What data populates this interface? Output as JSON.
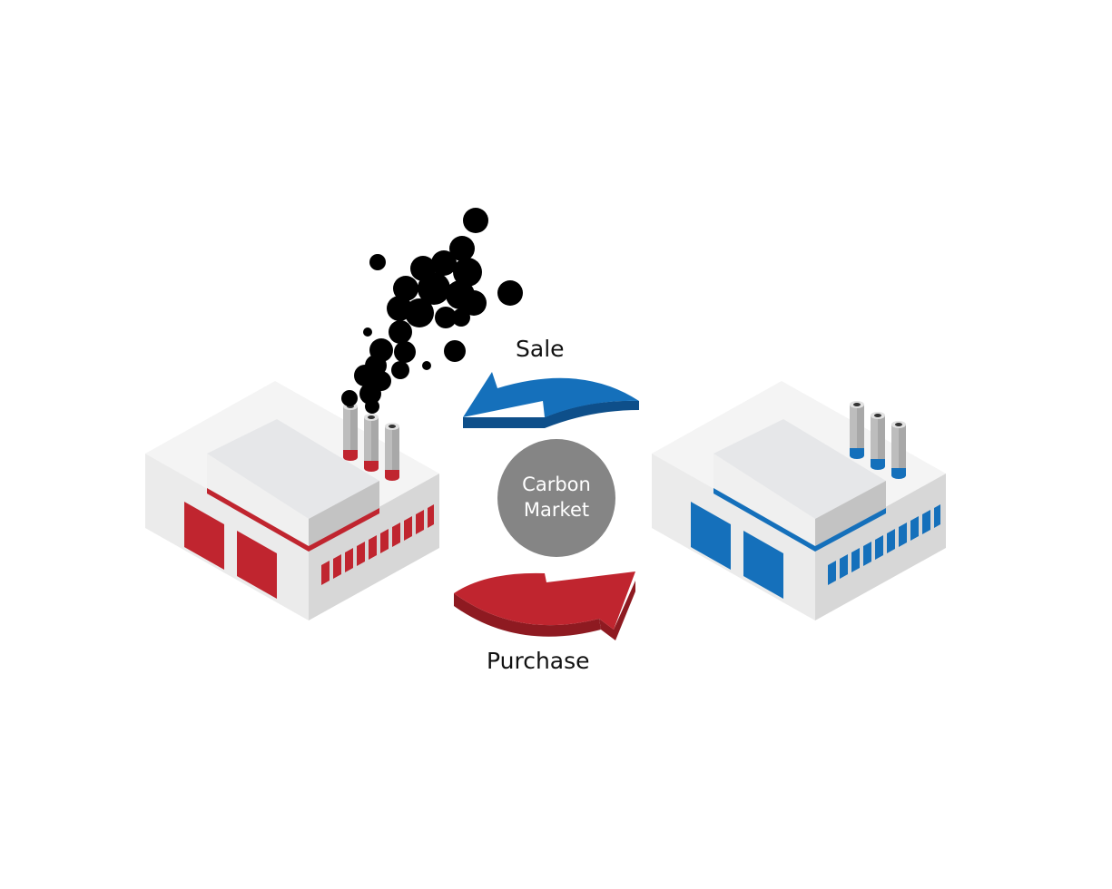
{
  "labels": {
    "sale": "Sale",
    "purchase": "Purchase",
    "market_line1": "Carbon",
    "market_line2": "Market"
  },
  "colors": {
    "polluter_accent": "#c0252f",
    "clean_accent": "#1570bb",
    "sale_arrow": "#1570bb",
    "purchase_arrow": "#c0252f",
    "market_circle": "#858585",
    "smoke": "#000000"
  },
  "icons": {
    "left_factory": "polluting-factory-icon",
    "right_factory": "clean-factory-icon",
    "smoke": "smoke-cloud-icon",
    "sale_arrow": "curved-arrow-left-icon",
    "purchase_arrow": "curved-arrow-right-icon"
  }
}
